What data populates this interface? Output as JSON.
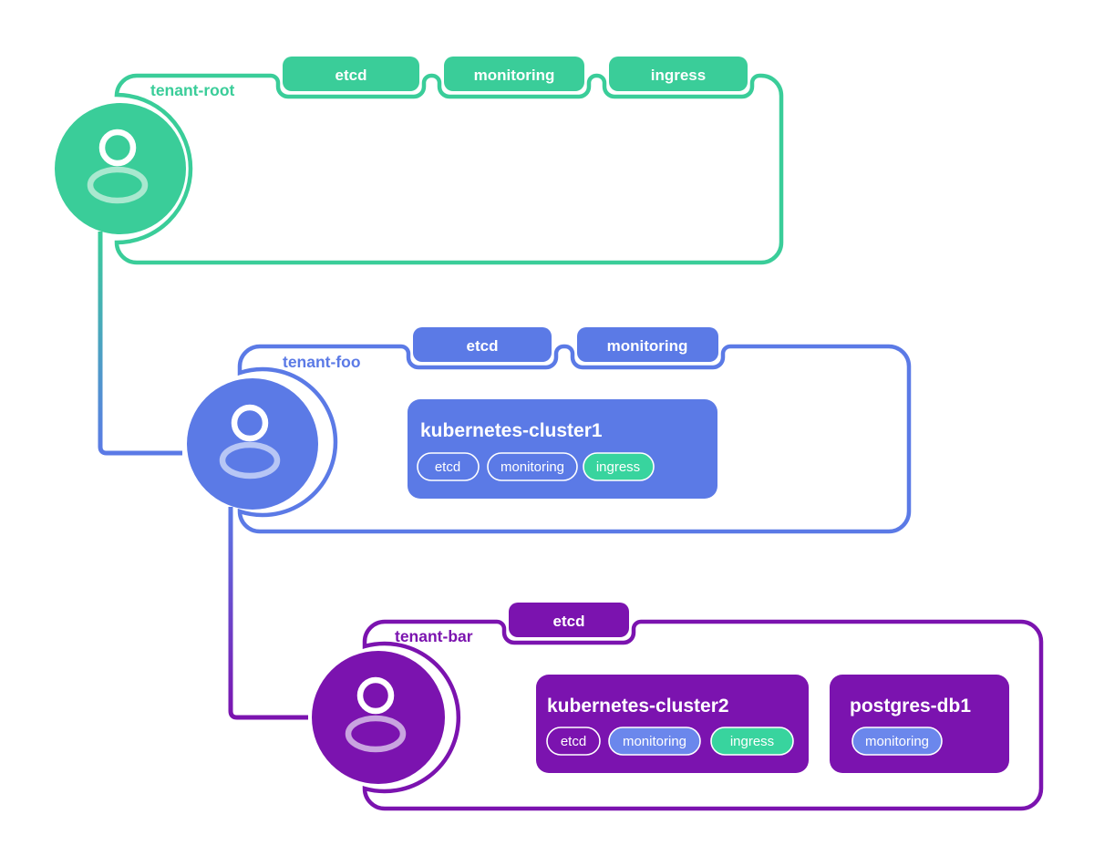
{
  "colors": {
    "root_green": "#3ACD99",
    "root_green_light": "#A9E8CF",
    "foo_blue": "#5B7AE6",
    "foo_blue_light": "#B7C6F5",
    "bar_purple": "#7B13AF",
    "bar_purple_light": "#C9A4E0",
    "tag_fill_blue": "#6B87EC",
    "tag_fill_green": "#38D49E",
    "none": "none"
  },
  "edges": [
    {
      "from": "tenant-root",
      "to": "tenant-foo"
    },
    {
      "from": "tenant-foo",
      "to": "tenant-bar"
    }
  ],
  "tenants": [
    {
      "name": "tenant-root",
      "color": "#3ACD99",
      "cluster_tags": [
        "etcd",
        "monitoring",
        "ingress"
      ],
      "resources": []
    },
    {
      "name": "tenant-foo",
      "color": "#5B7AE6",
      "cluster_tags": [
        "etcd",
        "monitoring"
      ],
      "resources": [
        {
          "name": "kubernetes-cluster1",
          "tags": [
            {
              "label": "etcd",
              "style": "outline"
            },
            {
              "label": "monitoring",
              "style": "outline"
            },
            {
              "label": "ingress",
              "style": "green-fill"
            }
          ]
        }
      ]
    },
    {
      "name": "tenant-bar",
      "color": "#7B13AF",
      "cluster_tags": [
        "etcd"
      ],
      "resources": [
        {
          "name": "kubernetes-cluster2",
          "tags": [
            {
              "label": "etcd",
              "style": "outline"
            },
            {
              "label": "monitoring",
              "style": "blue-fill"
            },
            {
              "label": "ingress",
              "style": "green-fill"
            }
          ]
        },
        {
          "name": "postgres-db1",
          "tags": [
            {
              "label": "monitoring",
              "style": "blue-fill"
            }
          ]
        }
      ]
    }
  ]
}
